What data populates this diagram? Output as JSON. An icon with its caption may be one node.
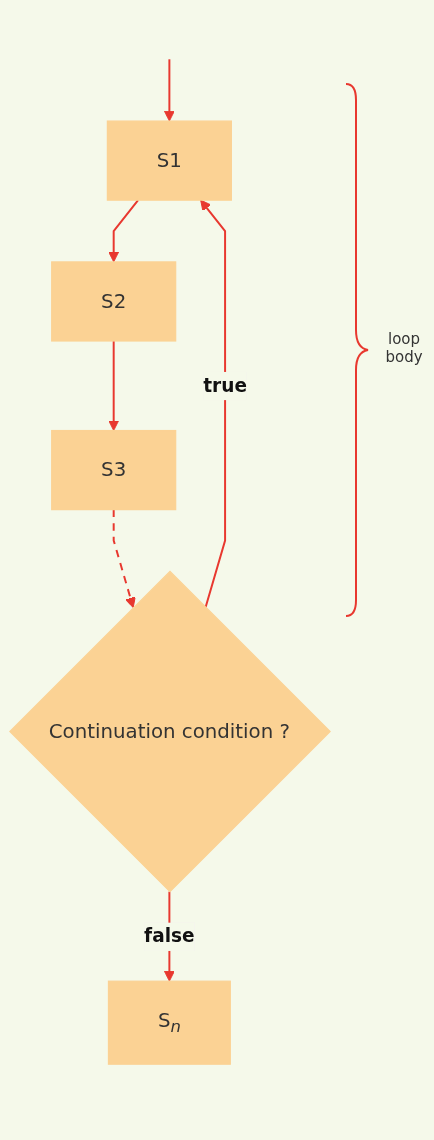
{
  "diagram": {
    "nodes": [
      {
        "text": [
          "S1"
        ]
      },
      {
        "text": [
          "S2"
        ]
      },
      {
        "text": [
          "S3"
        ]
      },
      {
        "text": [
          "Continuation condition ?"
        ]
      },
      {
        "text": [
          "S$_{n}$"
        ]
      }
    ],
    "edges": [
      {
        "from": null,
        "to": 0,
        "arrow": "to"
      },
      {
        "from": 0,
        "to": 1,
        "arrow": "to"
      },
      {
        "from": 1,
        "to": 2,
        "arrow": "to"
      },
      {
        "from": 2,
        "to": 3,
        "arrow": "to",
        "style": "dashed"
      },
      {
        "from": 3,
        "to": 0,
        "arrow": "to",
        "label": "true"
      },
      {
        "from": 3,
        "to": 4,
        "arrow": "to",
        "label": "false"
      }
    ],
    "labels": [
      "loop body"
    ]
  }
}
